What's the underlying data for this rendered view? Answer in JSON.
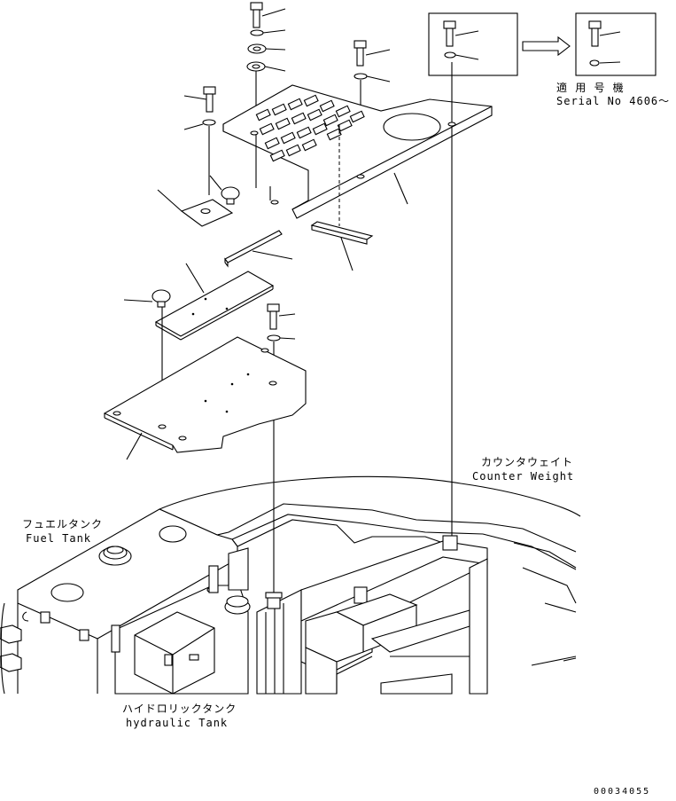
{
  "labels": {
    "serial_applicability_jp": "適 用 号 機",
    "serial_applicability_en": "Serial No 4606～",
    "counter_weight_jp": "カウンタウェイト",
    "counter_weight_en": "Counter Weight",
    "fuel_tank_jp": "フュエルタンク",
    "fuel_tank_en": "Fuel Tank",
    "hydraulic_tank_jp": "ハイドロリックタンク",
    "hydraulic_tank_en": "hydraulic Tank",
    "drawing_number": "00034055"
  },
  "callout_arrow_icon": "right-arrow-icon"
}
